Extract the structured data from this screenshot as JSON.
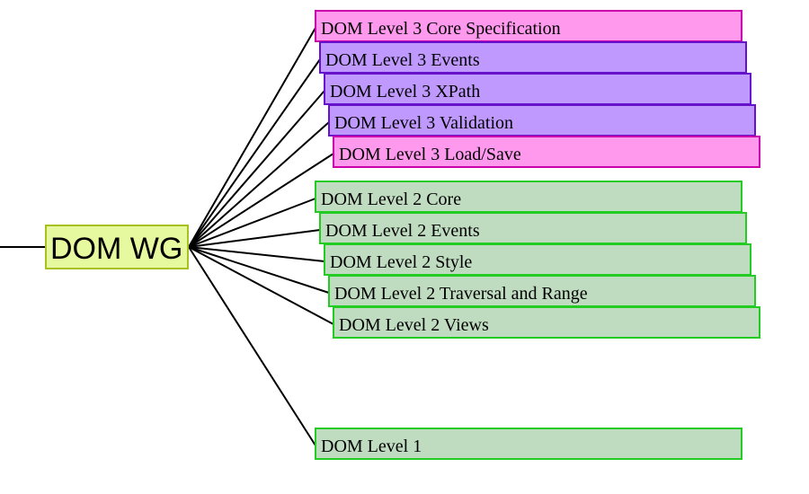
{
  "root": {
    "label": "DOM WG",
    "color": "#e6f99e"
  },
  "children": [
    {
      "label": "DOM Level 3 Core Specification",
      "color": "pink"
    },
    {
      "label": "DOM Level 3 Events",
      "color": "purple"
    },
    {
      "label": "DOM Level 3 XPath",
      "color": "purple"
    },
    {
      "label": "DOM Level 3 Validation",
      "color": "purple"
    },
    {
      "label": "DOM Level 3 Load/Save",
      "color": "pink"
    },
    {
      "label": "DOM Level 2 Core",
      "color": "green"
    },
    {
      "label": "DOM Level 2 Events",
      "color": "green"
    },
    {
      "label": "DOM Level 2 Style",
      "color": "green"
    },
    {
      "label": "DOM Level 2 Traversal and Range",
      "color": "green"
    },
    {
      "label": "DOM Level 2 Views",
      "color": "green"
    },
    {
      "label": "DOM Level 1",
      "color": "green"
    }
  ]
}
